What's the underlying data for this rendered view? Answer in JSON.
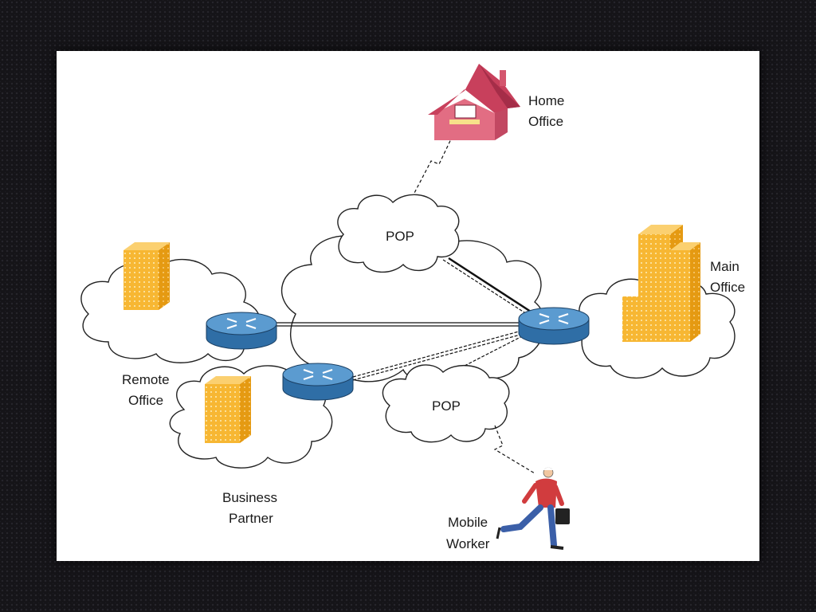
{
  "diagram": {
    "labels": {
      "home_office_1": "Home",
      "home_office_2": "Office",
      "main_office_1": "Main",
      "main_office_2": "Office",
      "remote_office_1": "Remote",
      "remote_office_2": "Office",
      "business_partner_1": "Business",
      "business_partner_2": "Partner",
      "mobile_worker_1": "Mobile",
      "mobile_worker_2": "Worker",
      "pop_top": "POP",
      "pop_bottom": "POP"
    },
    "colors": {
      "building": "#f7b733",
      "building_side": "#e59a12",
      "router": "#3f7fb8",
      "house": "#d4566e",
      "house_roof": "#b23652"
    }
  }
}
